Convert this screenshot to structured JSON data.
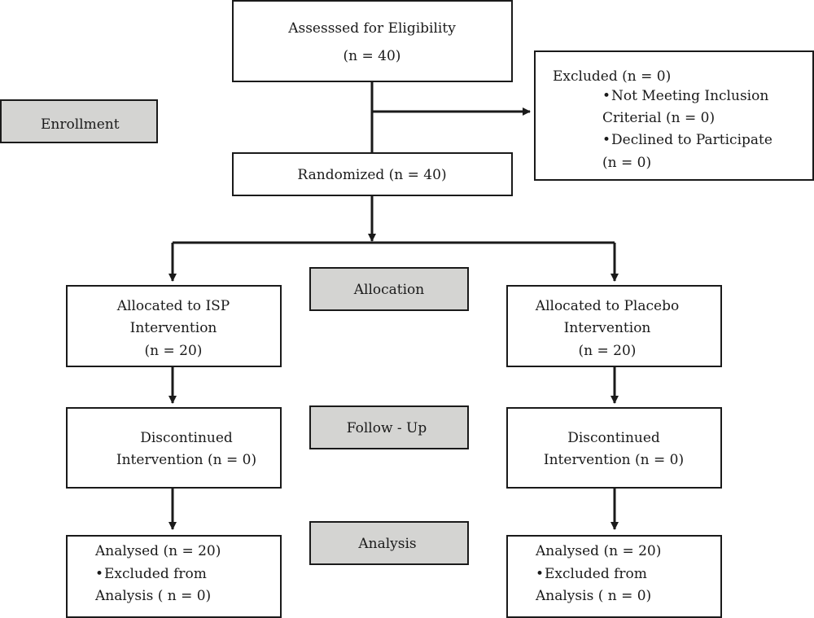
{
  "stages": {
    "enrollment": "Enrollment",
    "allocation": "Allocation",
    "followup": "Follow - Up",
    "analysis": "Analysis"
  },
  "assessed": {
    "title": "Assesssed for Eligibility",
    "count": "(n = 40)"
  },
  "excluded": {
    "title": "Excluded (n = 0)",
    "items": [
      {
        "bullet": "•",
        "line1": "Not Meeting Inclusion",
        "line2": "Criterial (n = 0)"
      },
      {
        "bullet": "•",
        "line1": "Declined to Participate",
        "line2": "(n = 0)"
      }
    ]
  },
  "randomized": "Randomized (n = 40)",
  "arms": [
    {
      "allocated": {
        "line1": "Allocated to ISP",
        "line2": "Intervention",
        "count": "(n = 20)"
      },
      "followup": {
        "line1": "Discontinued",
        "line2": "Intervention (n = 0)"
      },
      "analysis": {
        "line1": "Analysed (n = 20)",
        "bullet": "•",
        "line2": "Excluded from",
        "line3": "Analysis ( n = 0)"
      }
    },
    {
      "allocated": {
        "line1": "Allocated to Placebo",
        "line2": "Intervention",
        "count": "(n = 20)"
      },
      "followup": {
        "line1": "Discontinued",
        "line2": "Intervention (n = 0)"
      },
      "analysis": {
        "line1": "Analysed (n = 20)",
        "bullet": "•",
        "line2": "Excluded from",
        "line3": "Analysis ( n = 0)"
      }
    }
  ],
  "colors": {
    "stage_fill": "#d4d4d2",
    "line": "#1a1a1a"
  }
}
